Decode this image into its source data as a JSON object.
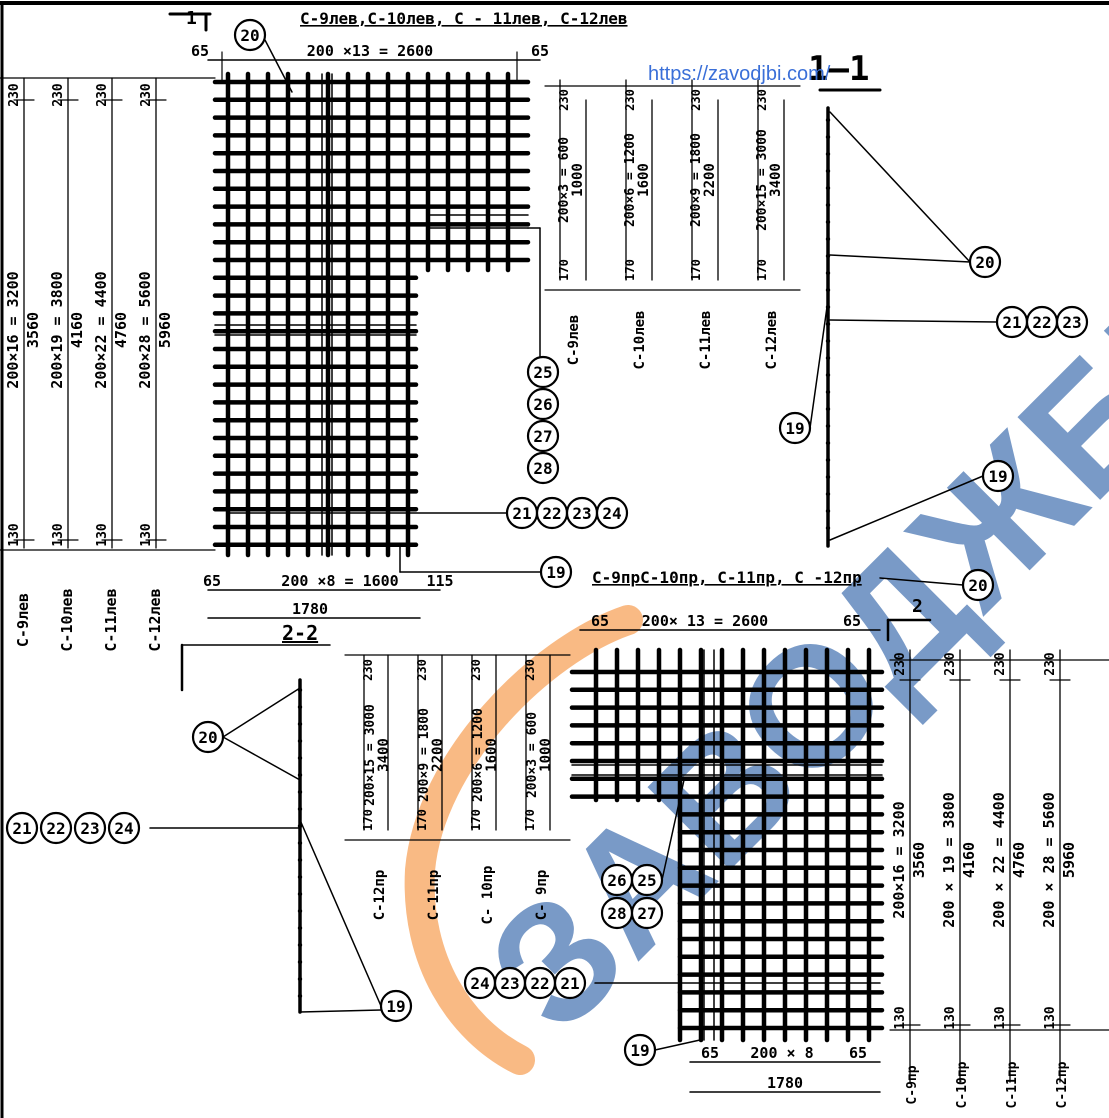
{
  "url": "https://zavodjbi.com/",
  "watermark_text": "ЗАВОДЖБИ",
  "colors": {
    "ink": "#000000",
    "link": "#3a6fd8",
    "watermark": "#4d79b5",
    "arc": "#f7a35c"
  },
  "titles": {
    "top_group": "С-9лев,С-10лев, С - 11лев, С-12лев",
    "bottom_group": "С-9прС-10пр, С-11пр, С -12пр",
    "section_1": "1—1",
    "section_2": "2-2",
    "cut_1": "1",
    "cut_2": "2"
  },
  "top_mesh": {
    "dim_top": "200 ×13 = 2600",
    "edge_left": "65",
    "edge_right": "65",
    "dim_bottom": "200 ×8 = 1600",
    "dim_bottom_right": "115",
    "dim_total": "1780",
    "callout_main": "20",
    "left_dims": [
      {
        "top": "230",
        "span": "200×16 = 3200",
        "total": "3560",
        "bottom": "130",
        "label": "С-9лев"
      },
      {
        "top": "230",
        "span": "200×19 = 3800",
        "total": "4160",
        "bottom": "130",
        "label": "С-10лев"
      },
      {
        "top": "230",
        "span": "200×22 = 4400",
        "total": "4760",
        "bottom": "130",
        "label": "С-11лев"
      },
      {
        "top": "230",
        "span": "200×28 = 5600",
        "total": "5960",
        "bottom": "130",
        "label": "С-12лев"
      }
    ],
    "callouts_stack": [
      "25",
      "26",
      "27",
      "28"
    ],
    "callouts_row": [
      "21",
      "22",
      "23",
      "24"
    ],
    "callout_bottom": "19"
  },
  "section_11": {
    "cols": [
      {
        "top": "230",
        "span": "200×3 = 600",
        "total": "1000",
        "bottom": "170",
        "label": "С-9лев"
      },
      {
        "top": "230",
        "span": "200×6 = 1200",
        "total": "1600",
        "bottom": "170",
        "label": "С-10лев"
      },
      {
        "top": "230",
        "span": "200×9 = 1800",
        "total": "2200",
        "bottom": "170",
        "label": "С-11лев"
      },
      {
        "top": "230",
        "span": "200×15 = 3000",
        "total": "3400",
        "bottom": "170",
        "label": "С-12лев"
      }
    ],
    "callout_20": "20",
    "callouts_row": [
      "21",
      "22",
      "23"
    ],
    "callout_19a": "19",
    "callout_19b": "19"
  },
  "section_22": {
    "cols": [
      {
        "top": "230",
        "span": "200×15 = 3000",
        "total": "3400",
        "bottom": "170",
        "label": "С-12пр"
      },
      {
        "top": "230",
        "span": "200×9 = 1800",
        "total": "2200",
        "bottom": "170",
        "label": "С-11пр"
      },
      {
        "top": "230",
        "span": "200×6 = 1200",
        "total": "1600",
        "bottom": "170",
        "label": "С- 10пр"
      },
      {
        "top": "230",
        "span": "200×3 = 600",
        "total": "1000",
        "bottom": "170",
        "label": "С- 9пр"
      }
    ],
    "callout_20": "20",
    "callouts_row": [
      "21",
      "22",
      "23",
      "24"
    ],
    "callout_19": "19"
  },
  "bottom_mesh": {
    "dim_top": "200× 13 = 2600",
    "edge_left": "65",
    "edge_right": "65",
    "dim_bottom": "200 × 8",
    "dim_total": "1780",
    "callouts_a": [
      "26",
      "25"
    ],
    "callouts_b": [
      "28",
      "27"
    ],
    "callouts_row": [
      "24",
      "23",
      "22",
      "21"
    ],
    "callout_19": "19",
    "callout_20": "20",
    "right_dims": [
      {
        "top": "230",
        "span": "200×16 = 3200",
        "total": "3560",
        "bottom": "130",
        "label": "С-9пр"
      },
      {
        "top": "230",
        "span": "200 × 19 = 3800",
        "total": "4160",
        "bottom": "130",
        "label": "С-10пр"
      },
      {
        "top": "230",
        "span": "200 × 22 = 4400",
        "total": "4760",
        "bottom": "130",
        "label": "С-11пр"
      },
      {
        "top": "230",
        "span": "200 × 28 = 5600",
        "total": "5960",
        "bottom": "130",
        "label": "С-12пр"
      }
    ]
  }
}
